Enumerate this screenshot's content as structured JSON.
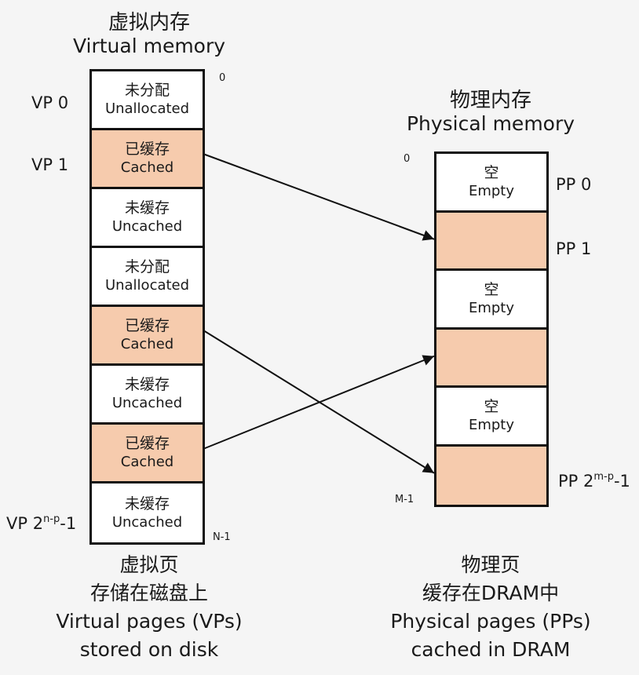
{
  "virtual": {
    "title_zh": "虚拟内存",
    "title_en": "Virtual memory",
    "addr_top": "0",
    "addr_bottom": "N-1",
    "vp_labels": {
      "vp0": "VP 0",
      "vp1": "VP 1",
      "vplast_base": "VP 2",
      "vplast_sup": "n-p",
      "vplast_tail": "-1"
    },
    "pages": [
      {
        "zh": "未分配",
        "en": "Unallocated",
        "state": "unallocated"
      },
      {
        "zh": "已缓存",
        "en": "Cached",
        "state": "cached"
      },
      {
        "zh": "未缓存",
        "en": "Uncached",
        "state": "uncached"
      },
      {
        "zh": "未分配",
        "en": "Unallocated",
        "state": "unallocated"
      },
      {
        "zh": "已缓存",
        "en": "Cached",
        "state": "cached"
      },
      {
        "zh": "未缓存",
        "en": "Uncached",
        "state": "uncached"
      },
      {
        "zh": "已缓存",
        "en": "Cached",
        "state": "cached"
      },
      {
        "zh": "未缓存",
        "en": "Uncached",
        "state": "uncached"
      }
    ],
    "caption": [
      "虚拟页",
      "存储在磁盘上",
      "Virtual pages (VPs)",
      "stored on disk"
    ]
  },
  "physical": {
    "title_zh": "物理内存",
    "title_en": "Physical memory",
    "addr_top": "0",
    "addr_bottom": "M-1",
    "pp_labels": {
      "pp0": "PP 0",
      "pp1": "PP 1",
      "pplast_base": "PP 2",
      "pplast_sup": "m-p",
      "pplast_tail": "-1"
    },
    "pages": [
      {
        "zh": "空",
        "en": "Empty",
        "state": "empty"
      },
      {
        "zh": "",
        "en": "",
        "state": "cached"
      },
      {
        "zh": "空",
        "en": "Empty",
        "state": "empty"
      },
      {
        "zh": "",
        "en": "",
        "state": "cached"
      },
      {
        "zh": "空",
        "en": "Empty",
        "state": "empty"
      },
      {
        "zh": "",
        "en": "",
        "state": "cached"
      }
    ],
    "caption": [
      "物理页",
      "缓存在DRAM中",
      "Physical pages (PPs)",
      "cached in DRAM"
    ]
  },
  "mappings": [
    {
      "from_vp": 1,
      "to_pp": 1
    },
    {
      "from_vp": 4,
      "to_pp": 5
    },
    {
      "from_vp": 6,
      "to_pp": 3
    }
  ],
  "colors": {
    "cached": "#f6cbad",
    "unfilled": "#ffffff",
    "background": "#f5f5f5",
    "line": "#111111"
  }
}
